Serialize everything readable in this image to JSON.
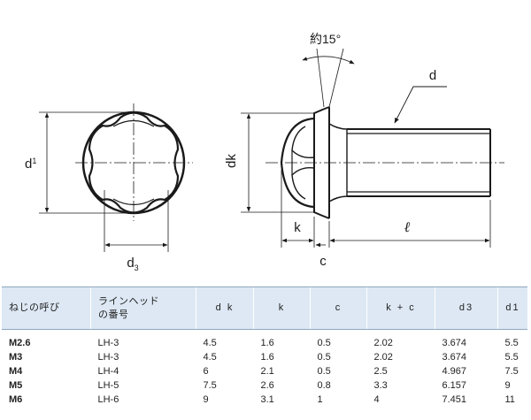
{
  "labels": {
    "d1_main": "d",
    "d1_sub": "1",
    "d3_main": "d",
    "d3_sub": "3",
    "dk": "dk",
    "k": "k",
    "c": "c",
    "d": "d",
    "l": "ℓ",
    "angle": "約15°"
  },
  "table": {
    "headers": [
      "ねじの呼び",
      "ラインヘッド\nの番号",
      "d k",
      "k",
      "c",
      "k + c",
      "d3",
      "d1"
    ],
    "rows": [
      [
        "M2.6",
        "LH-3",
        "4.5",
        "1.6",
        "0.5",
        "2.02",
        "3.674",
        "5.5"
      ],
      [
        "M3",
        "LH-3",
        "4.5",
        "1.6",
        "0.5",
        "2.02",
        "3.674",
        "5.5"
      ],
      [
        "M4",
        "LH-4",
        "6",
        "2.1",
        "0.5",
        "2.5",
        "4.967",
        "7.5"
      ],
      [
        "M5",
        "LH-5",
        "7.5",
        "2.6",
        "0.8",
        "3.3",
        "6.157",
        "9"
      ],
      [
        "M6",
        "LH-6",
        "9",
        "3.1",
        "1",
        "4",
        "7.451",
        "11"
      ]
    ]
  },
  "colors": {
    "line": "#1a1a1a",
    "header_bg": "#dde8f4"
  }
}
